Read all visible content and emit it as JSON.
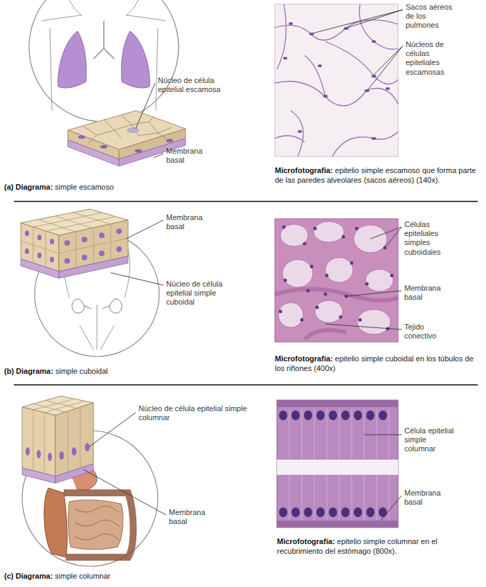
{
  "diagram": {
    "labels": [
      "Núcleo de célula epitelial escamosa",
      "Membrana basal",
      "(a) Diagrama:",
      "simple escamoso",
      "Sacos aéreos de los pulmones",
      "Núcleos de células epiteliales escamosas",
      "Microfotografía:",
      "epitelio simple escamoso que forma parte de las paredes alveolares (sacos aéreos) (140x).",
      "Membrana basal",
      "Núcleo de célula epitelial simple cuboidal",
      "(b) Diagrama:",
      "simple cuboidal",
      "Células epiteliales simples cuboidales",
      "Membrana basal",
      "Tejido conectivo",
      "Microfotografía:",
      "epitelio simple cuboidal en los túbulos de los riñones (400x)",
      "Núcleo de célula epitelial simple columnar",
      "Membrana basal",
      "(c) Diagrama:",
      "simple columnar",
      "Célula epitelial simple columnar",
      "Membrana basal",
      "Microfotografía:",
      "epitelio simple columnar en el recubrimiento del estómago (800x)."
    ]
  }
}
